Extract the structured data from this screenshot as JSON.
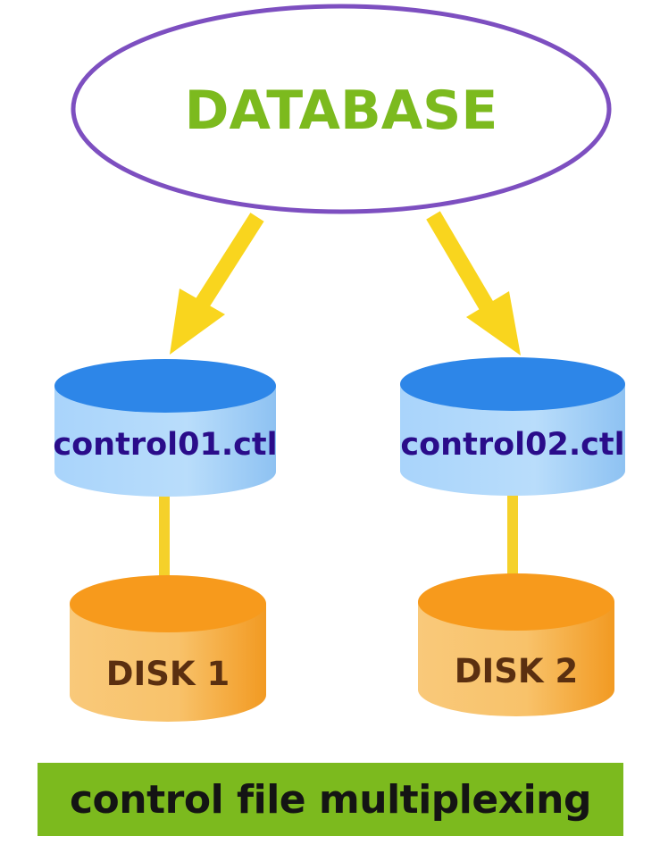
{
  "diagram": {
    "database": {
      "label": "DATABASE",
      "text_color": "#7cba1e",
      "outline_color": "#7d4fc0"
    },
    "control_files": [
      {
        "label": "control01.ctl"
      },
      {
        "label": "control02.ctl"
      }
    ],
    "disks": [
      {
        "label": "DISK 1"
      },
      {
        "label": "DISK 2"
      }
    ],
    "caption": "control file multiplexing",
    "colors": {
      "arrow": "#f9d51e",
      "connector": "#f5d12a",
      "control_file_top": "#2d86e8",
      "control_file_body": "#a8d2f8",
      "control_file_text": "#2a0c8a",
      "disk_top": "#f79a1c",
      "disk_body": "#f8c06a",
      "disk_text": "#5a2f10",
      "caption_background": "#7cba1e",
      "caption_text": "#141414"
    }
  }
}
